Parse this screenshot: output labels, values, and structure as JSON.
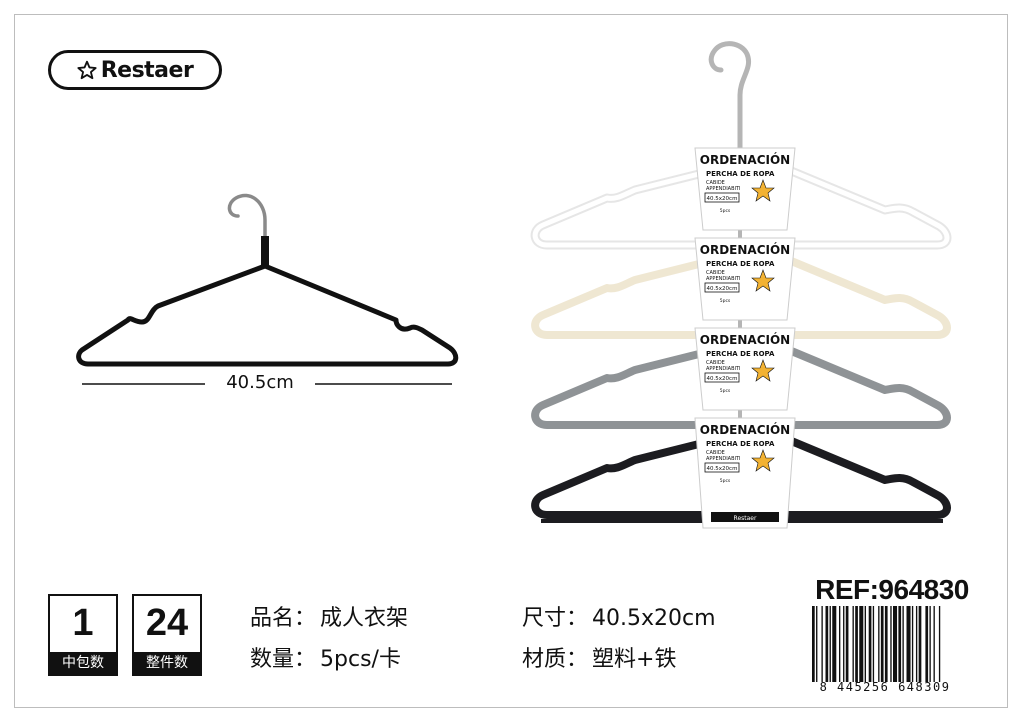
{
  "brand": {
    "name": "Restaer"
  },
  "product_image": {
    "dimension_label": "40.5cm",
    "tags": [
      {
        "title": "ORDENACIÓN",
        "sub1": "PERCHA DE ROPA",
        "sub2": "CABIDE",
        "sub3": "APPENDIABITI",
        "size": "40.5x20cm",
        "pcs": "5pcs"
      },
      {
        "title": "ORDENACIÓN",
        "sub1": "PERCHA DE ROPA",
        "sub2": "CABIDE",
        "sub3": "APPENDIABITI",
        "size": "40.5x20cm",
        "pcs": "5pcs"
      },
      {
        "title": "ORDENACIÓN",
        "sub1": "PERCHA DE ROPA",
        "sub2": "CABIDE",
        "sub3": "APPENDIABITI",
        "size": "40.5x20cm",
        "pcs": "5pcs"
      },
      {
        "title": "ORDENACIÓN",
        "sub1": "PERCHA DE ROPA",
        "sub2": "CABIDE",
        "sub3": "APPENDIABITI",
        "size": "40.5x20cm",
        "pcs": "5pcs"
      }
    ],
    "tag_brand": "Restaer",
    "hanger_colors": [
      "#ffffff",
      "#efe7d2",
      "#8f9396",
      "#1c1c20"
    ]
  },
  "pack": {
    "inner": {
      "value": "1",
      "label": "中包数"
    },
    "outer": {
      "value": "24",
      "label": "整件数"
    }
  },
  "specs": {
    "name": {
      "key": "品名：",
      "value": "成人衣架"
    },
    "quantity": {
      "key": "数量：",
      "value": "5pcs/卡"
    },
    "size": {
      "key": "尺寸：",
      "value": "40.5x20cm"
    },
    "material": {
      "key": "材质：",
      "value": "塑料+铁"
    }
  },
  "ref": "REF:964830",
  "barcode": "8 445256 648309"
}
